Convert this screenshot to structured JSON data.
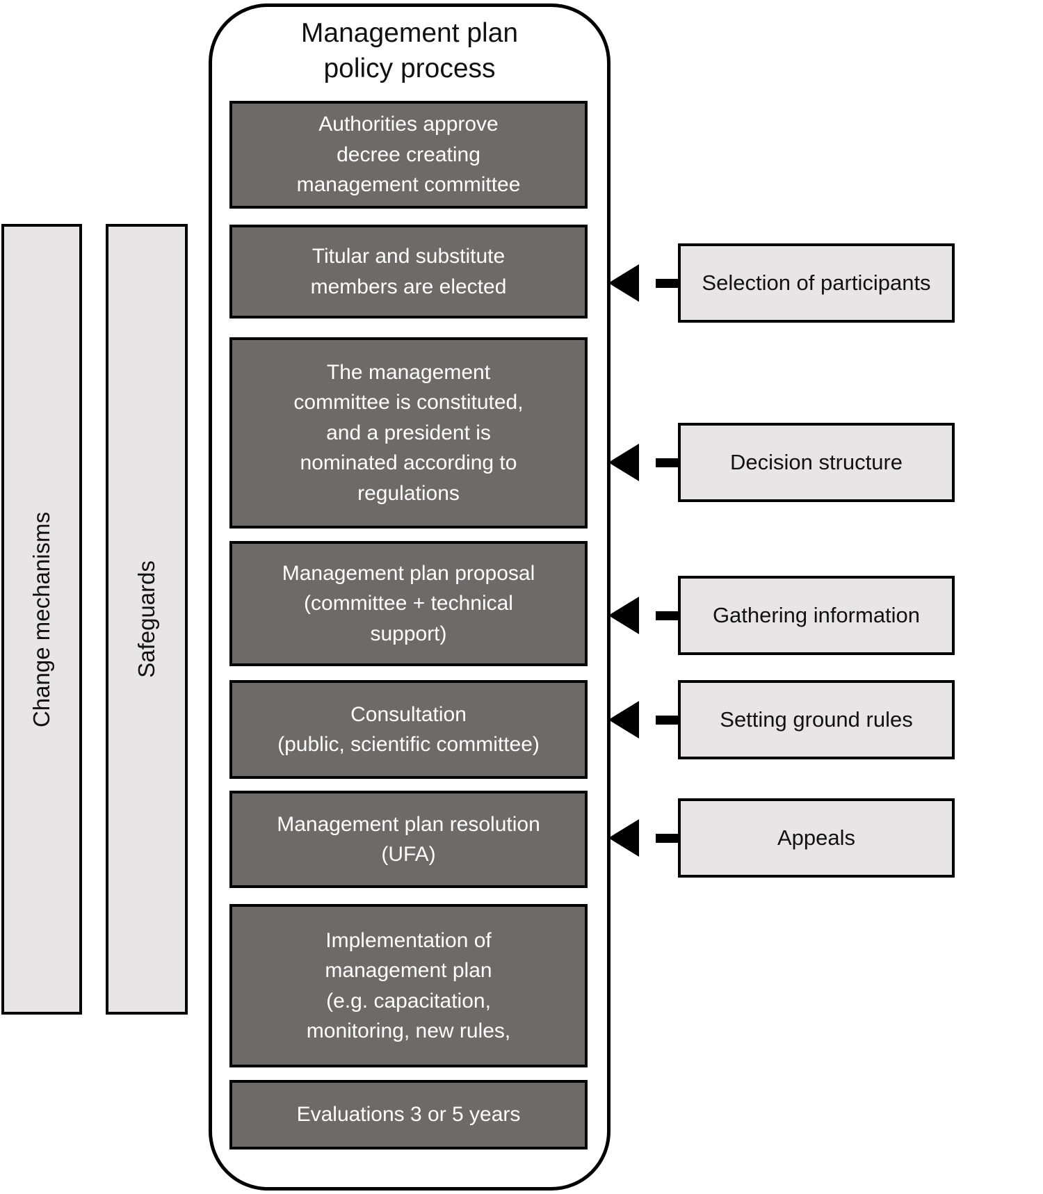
{
  "diagram": {
    "title": "Management plan\npolicy process",
    "side_bars": [
      {
        "label": "Change mechanisms"
      },
      {
        "label": "Safeguards"
      }
    ],
    "process_steps": [
      {
        "text": "Authorities approve\ndecree creating\nmanagement committee"
      },
      {
        "text": "Titular and substitute\nmembers are elected"
      },
      {
        "text": "The management\ncommittee is constituted,\nand a president is\nnominated according to\nregulations"
      },
      {
        "text": "Management plan proposal\n(committee + technical\nsupport)"
      },
      {
        "text": "Consultation\n(public, scientific committee)"
      },
      {
        "text": "Management plan resolution\n(UFA)"
      },
      {
        "text": "Implementation of\nmanagement plan\n(e.g. capacitation,\nmonitoring, new rules,"
      },
      {
        "text": "Evaluations 3 or 5 years"
      }
    ],
    "annotations": [
      {
        "label": "Selection of participants",
        "target_step": "Titular and substitute members are elected"
      },
      {
        "label": "Decision structure",
        "target_step": "The management committee is constituted, and a president is nominated according to regulations"
      },
      {
        "label": "Gathering information",
        "target_step": "Management plan proposal (committee + technical support)"
      },
      {
        "label": "Setting ground rules",
        "target_step": "Consultation (public, scientific committee)"
      },
      {
        "label": "Appeals",
        "target_step": "Management plan resolution (UFA)"
      }
    ],
    "icons": {
      "arrow": "dashed-arrow-left-icon"
    },
    "colors": {
      "step_fill": "#6e6a68",
      "step_text": "#ffffff",
      "panel_fill": "#e7e5e5",
      "border": "#000000",
      "background": "#ffffff"
    }
  }
}
